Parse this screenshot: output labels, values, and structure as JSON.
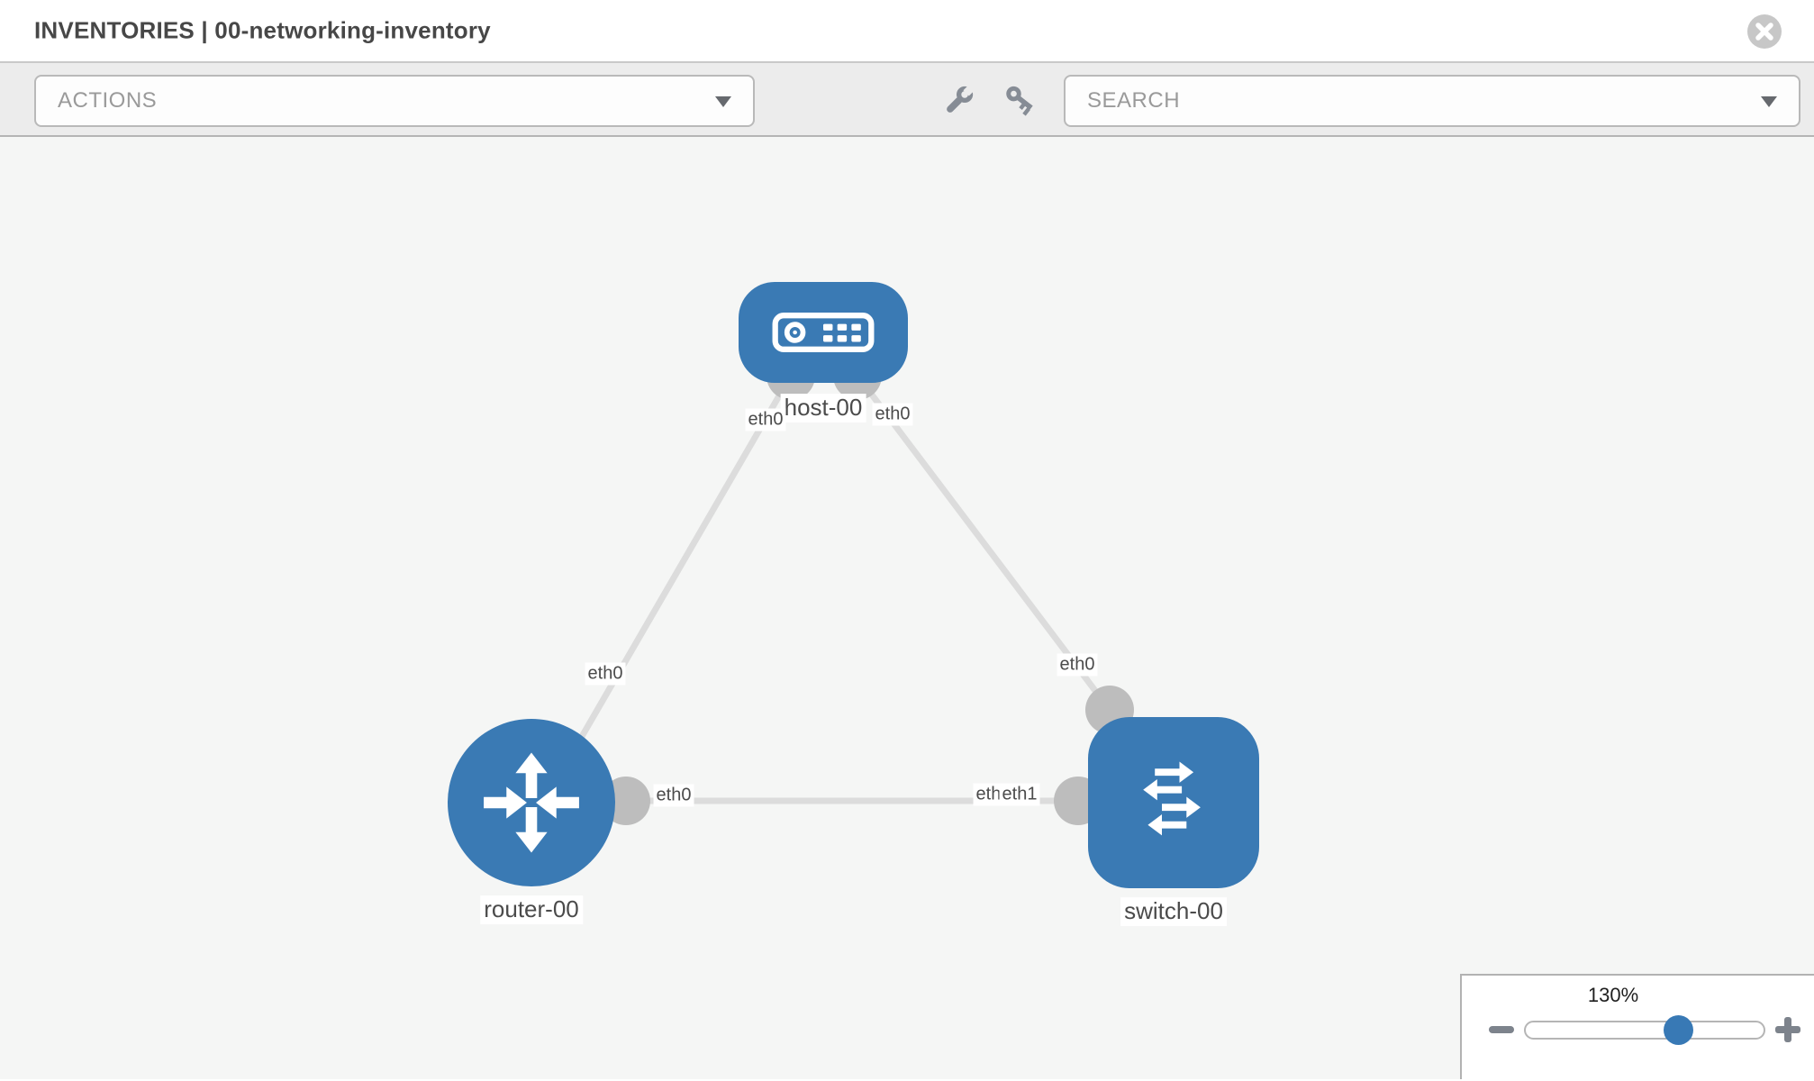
{
  "header": {
    "title": "INVENTORIES | 00-networking-inventory",
    "close_icon": "circle-x-icon"
  },
  "toolbar": {
    "actions_placeholder": "ACTIONS",
    "search_placeholder": "SEARCH",
    "icons": [
      "wrench",
      "key"
    ]
  },
  "topology": {
    "nodes": [
      {
        "id": "host-00",
        "label": "host-00",
        "type": "host",
        "shape": "rounded-rect",
        "icon": "server-icon"
      },
      {
        "id": "router-00",
        "label": "router-00",
        "type": "router",
        "shape": "circle",
        "icon": "router-arrows-icon"
      },
      {
        "id": "switch-00",
        "label": "switch-00",
        "type": "switch",
        "shape": "rounded-square",
        "icon": "switch-arrows-icon"
      }
    ],
    "links": [
      {
        "from": "host-00",
        "to": "router-00",
        "from_interface": "eth0",
        "to_interface": "eth0"
      },
      {
        "from": "host-00",
        "to": "switch-00",
        "from_interface": "eth0",
        "to_interface": "eth0"
      },
      {
        "from": "router-00",
        "to": "switch-00",
        "from_interface": "eth0",
        "to_interface": "eth1"
      }
    ],
    "labels": {
      "host": "host-00",
      "router": "router-00",
      "switch": "switch-00",
      "host_left_if": "eth0",
      "host_right_if": "eth0",
      "router_top_if": "eth0",
      "switch_top_if": "eth0",
      "mid_left_if": "eth0",
      "mid_right_under_if": "eth0",
      "mid_right_over_if": "eth1"
    }
  },
  "zoom_control": {
    "percent": "130%"
  },
  "colors": {
    "node_blue": "#3a7ab4",
    "connector_gray": "#bdbdbd",
    "link_gray": "#dcdcdc",
    "toolbar_bg": "#ececec",
    "canvas_bg": "#f5f6f5",
    "slider_thumb_blue": "#3879b5"
  }
}
